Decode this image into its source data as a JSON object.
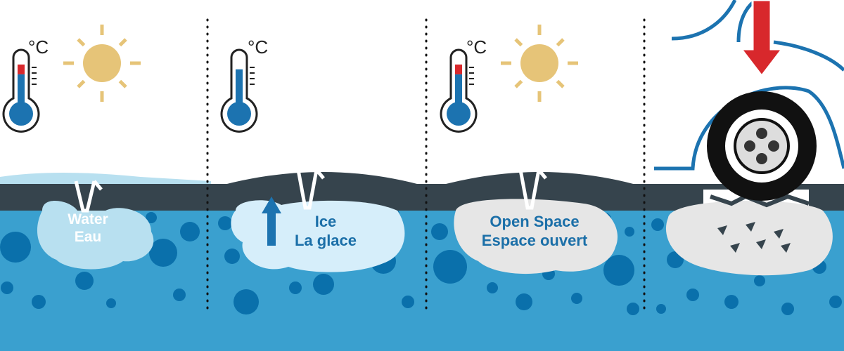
{
  "panels": [
    {
      "id": "water",
      "temperature_unit": "°C",
      "sun": true,
      "thermometer_level": 0.62,
      "thermometer_red_tip": true,
      "label_en": "Water",
      "label_fr": "Eau"
    },
    {
      "id": "ice",
      "temperature_unit": "°C",
      "sun": false,
      "thermometer_level": 0.75,
      "thermometer_red_tip": false,
      "label_en": "Ice",
      "label_fr": "La glace"
    },
    {
      "id": "open-space",
      "temperature_unit": "°C",
      "sun": true,
      "thermometer_level": 0.62,
      "thermometer_red_tip": true,
      "label_en": "Open Space",
      "label_fr": "Espace ouvert"
    },
    {
      "id": "pothole",
      "temperature_unit": "",
      "sun": false,
      "label_en": "",
      "label_fr": ""
    }
  ],
  "colors": {
    "soil": "#3aa0cf",
    "soil_dots": "#0a70ab",
    "asphalt": "#36444d",
    "water_pocket": "#b8e0f0",
    "ice_pocket": "#d6eefa",
    "void": "#e6e6e6",
    "sun": "#e6c478",
    "thermo_blue": "#1c73b0",
    "thermo_red": "#d8282c",
    "arrow_red": "#d8282c",
    "car_outline": "#1c73b0",
    "text_blue": "#1b6fa8"
  }
}
